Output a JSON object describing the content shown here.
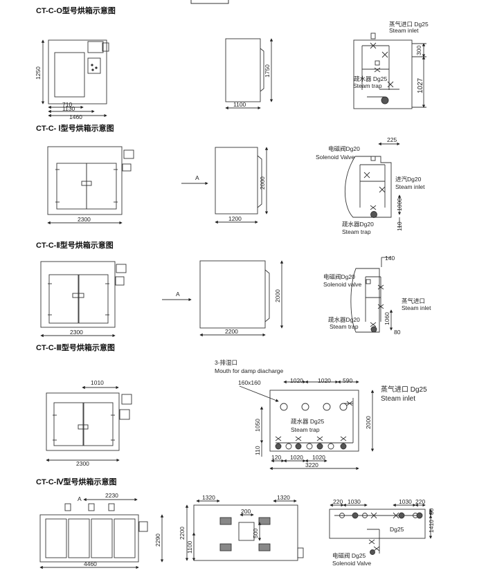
{
  "sections": [
    {
      "title": "CT-C-O型号烘箱示意图",
      "front_dims": [
        "1250",
        "710",
        "1130",
        "1460"
      ],
      "side_dims": [
        "1750",
        "1100"
      ],
      "pipe_labels": [
        "蒸气进口 Dg25",
        "Steam inlet",
        "疏水器 Dg25",
        "Steam trap"
      ],
      "pipe_dims": [
        "300",
        "1027"
      ]
    },
    {
      "title": "CT-C- Ⅰ型号烘箱示意图",
      "front_dims": [
        "2300"
      ],
      "arrow_label": "A",
      "side_dims": [
        "2000",
        "1200"
      ],
      "pipe_labels": [
        "电磁阀Dg20",
        "Solenoid Valve",
        "进汽Dg20",
        "Steam inlet",
        "疏水器Dg20",
        "Steam  trap"
      ],
      "pipe_dims": [
        "225",
        "1000",
        "110"
      ]
    },
    {
      "title": "CT-C-Ⅱ型号烘箱示意图",
      "front_dims": [
        "2300"
      ],
      "arrow_label": "A",
      "side_dims": [
        "2000",
        "2200"
      ],
      "pipe_labels": [
        "电磁阀Dg20",
        "Solenoid valve",
        "蒸气进口",
        "Steam inlet",
        "疏水器Dg20",
        "Steam trap"
      ],
      "pipe_dims": [
        "140",
        "1060",
        "80"
      ]
    },
    {
      "title": "CT-C-Ⅲ型号烘箱示意图",
      "front_dims": [
        "1010",
        "2300"
      ],
      "damp_labels": [
        "3-排湿口",
        "Mouth for damp diacharge",
        "160x160"
      ],
      "top_dims": [
        "1020",
        "1020",
        "590",
        "2000",
        "1050",
        "110",
        "120",
        "1020",
        "1020",
        "3220"
      ],
      "pipe_labels": [
        "蒸气进口  Dg25",
        "Steam inlet",
        "疏水器  Dg25",
        "Steam  trap"
      ]
    },
    {
      "title": "CT-C-Ⅳ型号烘箱示意图",
      "front_dims": [
        "A",
        "2230",
        "2290",
        "4460"
      ],
      "side_dims": [
        "1320",
        "1320",
        "200",
        "2200",
        "1100",
        "500"
      ],
      "pipe_dims": [
        "220",
        "1030",
        "1030",
        "220",
        "80",
        "1410"
      ],
      "pipe_labels": [
        "Dg25",
        "电磁阀 Dg25",
        "Solenoid Valve"
      ]
    }
  ]
}
